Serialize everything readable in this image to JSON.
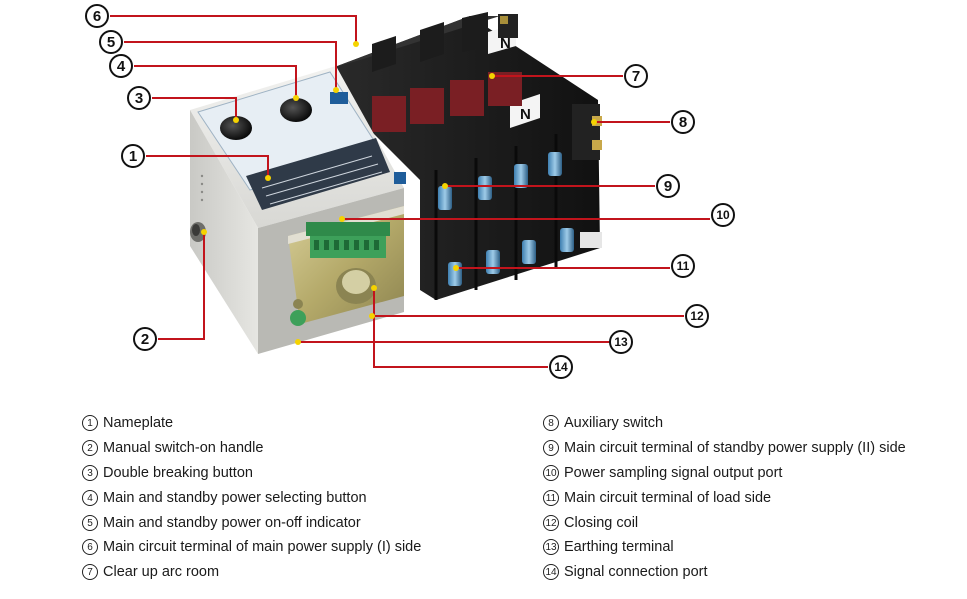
{
  "callouts": [
    {
      "number": "1",
      "label": "Nameplate"
    },
    {
      "number": "2",
      "label": "Manual switch-on handle"
    },
    {
      "number": "3",
      "label": "Double breaking button"
    },
    {
      "number": "4",
      "label": "Main and standby power selecting button"
    },
    {
      "number": "5",
      "label": "Main and standby power on-off indicator"
    },
    {
      "number": "6",
      "label": "Main circuit terminal of main power supply (I) side"
    },
    {
      "number": "7",
      "label": "Clear up arc room"
    },
    {
      "number": "8",
      "label": "Auxiliary switch"
    },
    {
      "number": "9",
      "label": "Main circuit terminal of standby power supply (II) side"
    },
    {
      "number": "10",
      "label": "Power sampling signal output port"
    },
    {
      "number": "11",
      "label": "Main circuit terminal of load side"
    },
    {
      "number": "12",
      "label": "Closing coil"
    },
    {
      "number": "13",
      "label": "Earthing terminal"
    },
    {
      "number": "14",
      "label": "Signal connection port"
    }
  ],
  "device_markings": {
    "pole_letter": "N"
  },
  "colors": {
    "leader_line": "#c2141c",
    "leader_dot": "#f5d300",
    "callout_circle": "#111111"
  }
}
